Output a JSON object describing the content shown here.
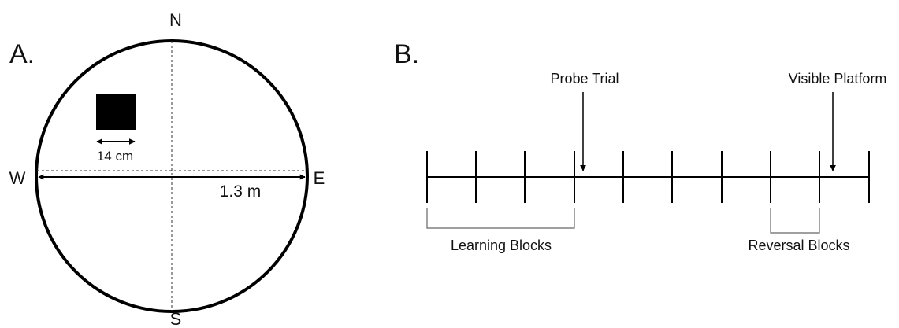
{
  "panel_a": {
    "label": "A.",
    "compass": {
      "north": "N",
      "south": "S",
      "west": "W",
      "east": "E"
    },
    "platform_size_label": "14 cm",
    "diameter_label": "1.3 m"
  },
  "panel_b": {
    "label": "B.",
    "probe_trial_label": "Probe Trial",
    "visible_platform_label": "Visible Platform",
    "learning_blocks_label": "Learning Blocks",
    "reversal_blocks_label": "Reversal Blocks"
  },
  "colors": {
    "ink": "#000000",
    "text": "#111111"
  }
}
